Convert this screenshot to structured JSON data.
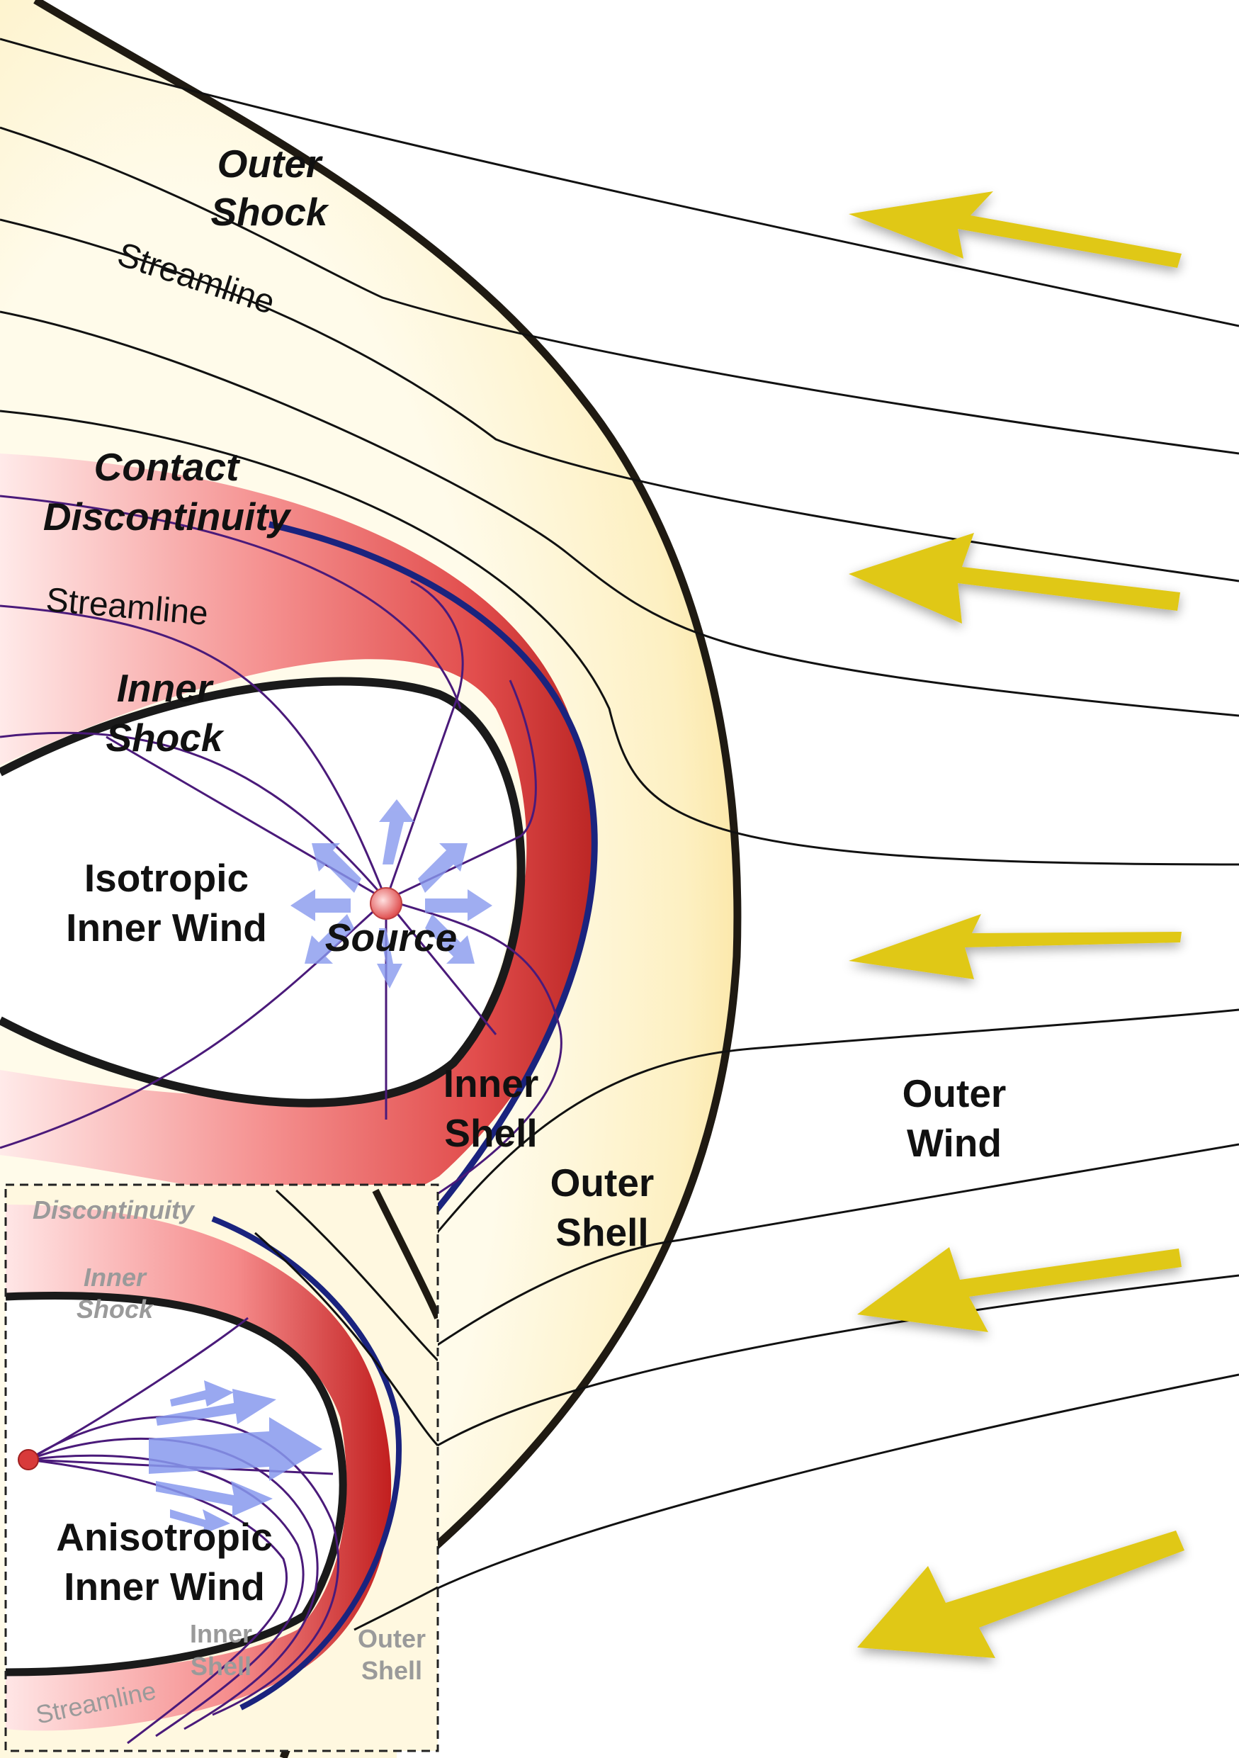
{
  "labels": {
    "outer_shock_1": "Outer",
    "outer_shock_2": "Shock",
    "streamline_outer": "Streamline",
    "contact_1": "Contact",
    "contact_2": "Discontinuity",
    "streamline_inner": "Streamline",
    "inner_shock_1": "Inner",
    "inner_shock_2": "Shock",
    "isotropic_1": "Isotropic",
    "isotropic_2": "Inner Wind",
    "source": "Source",
    "inner_shell_1": "Inner",
    "inner_shell_2": "Shell",
    "outer_shell_1": "Outer",
    "outer_shell_2": "Shell",
    "outer_wind_1": "Outer",
    "outer_wind_2": "Wind"
  },
  "inset": {
    "discontinuity": "Discontinuity",
    "inner_shock_1": "Inner",
    "inner_shock_2": "Shock",
    "anisotropic_1": "Anisotropic",
    "anisotropic_2": "Inner Wind",
    "inner_shell_1": "Inner",
    "inner_shell_2": "Shell",
    "outer_shell_1": "Outer",
    "outer_shell_2": "Shell",
    "streamline": "Streamline"
  },
  "colors": {
    "outer_shell": "#fdf3c8",
    "inner_shell": "#d42a2a",
    "contact_line": "#1a237e",
    "shock_line": "#1a1a1a",
    "streamline_inner": "#4a1a7a",
    "wind_arrow": "#e0c818",
    "source_arrow": "#8899ee",
    "source": "#e86060"
  }
}
